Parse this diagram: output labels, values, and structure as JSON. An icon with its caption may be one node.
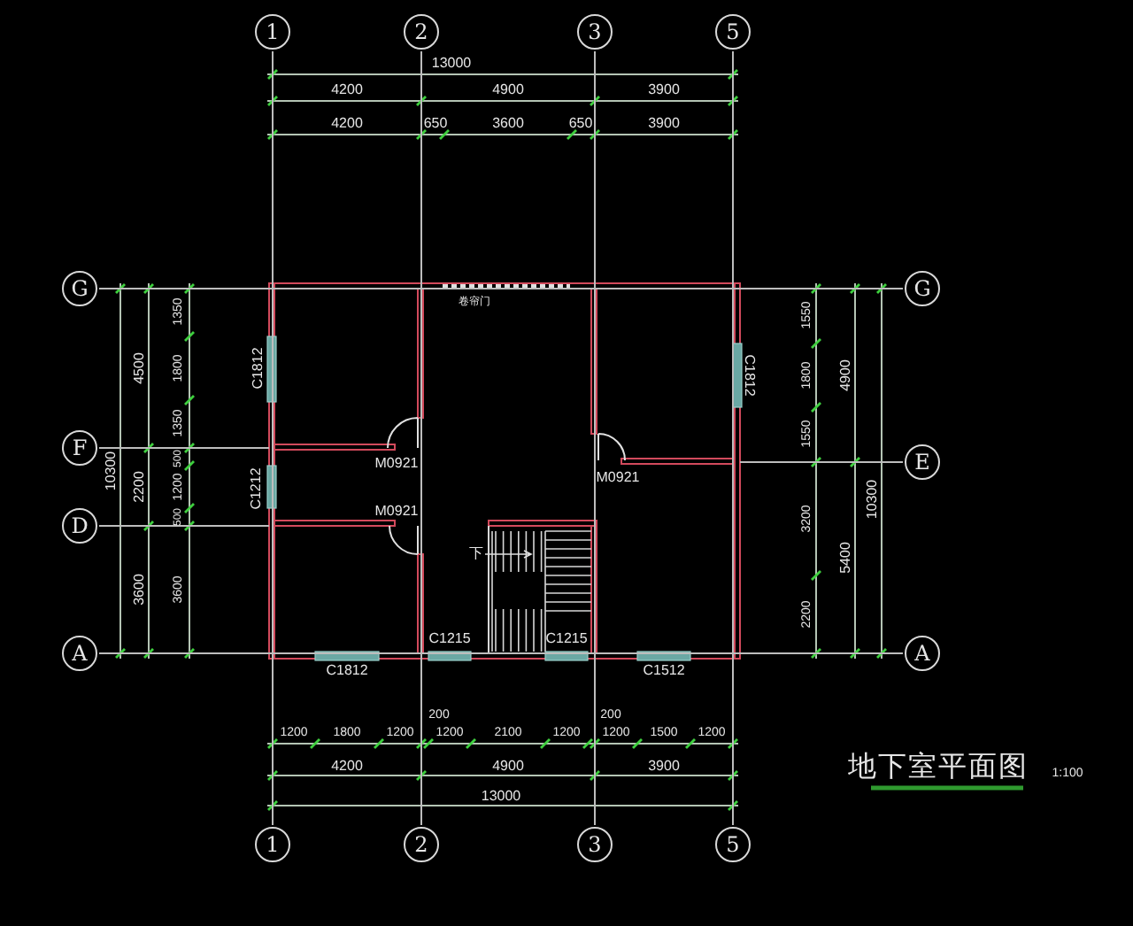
{
  "diagram": {
    "title": "地下室平面图",
    "nodes": [
      {
        "text": [
          "1"
        ]
      },
      {
        "text": [
          "2"
        ]
      },
      {
        "text": [
          "3"
        ]
      },
      {
        "text": [
          "5"
        ]
      },
      {
        "text": [
          "G"
        ]
      },
      {
        "text": [
          "G"
        ]
      },
      {
        "text": [
          "F"
        ]
      },
      {
        "text": [
          "E"
        ]
      },
      {
        "text": [
          "D"
        ]
      },
      {
        "text": [
          "A"
        ]
      },
      {
        "text": [
          "A"
        ]
      },
      {
        "text": [
          "1"
        ]
      },
      {
        "text": [
          "2"
        ]
      },
      {
        "text": [
          "3"
        ]
      },
      {
        "text": [
          "5"
        ]
      }
    ],
    "edges": [
      {
        "from": 0,
        "to": 11,
        "arrow": "none"
      },
      {
        "from": 1,
        "to": 12,
        "arrow": "none"
      },
      {
        "from": 2,
        "to": 13,
        "arrow": "none"
      },
      {
        "from": 3,
        "to": 14,
        "arrow": "none"
      },
      {
        "from": 4,
        "to": 5,
        "arrow": "none"
      },
      {
        "from": 9,
        "to": 10,
        "arrow": "none"
      },
      {
        "from": 6,
        "to": null,
        "arrow": "none"
      },
      {
        "from": 8,
        "to": null,
        "arrow": "none"
      },
      {
        "from": 7,
        "to": null,
        "arrow": "none"
      }
    ],
    "labels": [
      "13000",
      "4200",
      "4900",
      "3900",
      "4200",
      "650",
      "3600",
      "650",
      "3900",
      "卷帘门",
      "C1812",
      "M0921",
      "C1212",
      "M0921",
      "下",
      "C1812",
      "M0921",
      "C1215",
      "C1215",
      "C1812",
      "C1512",
      "1350",
      "1800",
      "1350",
      "500",
      "1200",
      "500",
      "3600",
      "4500",
      "2200",
      "3600",
      "10300",
      "1550",
      "1800",
      "1550",
      "3200",
      "2200",
      "4900",
      "5400",
      "10300",
      "1200",
      "1800",
      "1200",
      "200",
      "1200",
      "2100",
      "1200",
      "200",
      "1200",
      "1500",
      "1200",
      "4200",
      "4900",
      "3900",
      "13000",
      "1:100"
    ]
  }
}
